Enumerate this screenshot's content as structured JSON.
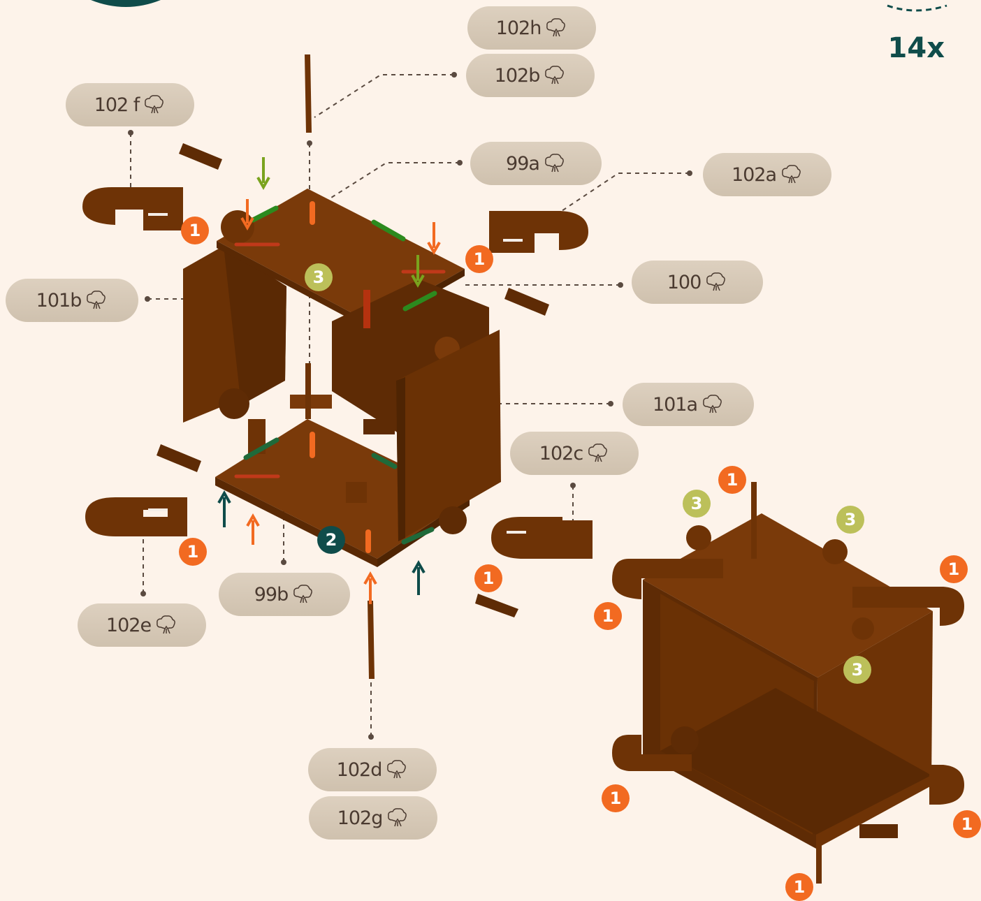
{
  "quantity": "14x",
  "icon": "tree-icon",
  "colors": {
    "background": "#fdf3ea",
    "wood": "#6e3306",
    "label_pill": "#d6c9b7",
    "step1": "#f26a21",
    "step2": "#0f4c4a",
    "step3": "#bcc05a",
    "arrow_green": "#7aa31e"
  },
  "labels": {
    "p102h": "102h",
    "p102b": "102b",
    "p102f": "102 f",
    "p99a": "99a",
    "p102a": "102a",
    "p100": "100",
    "p101b": "101b",
    "p101a": "101a",
    "p102c": "102c",
    "p99b": "99b",
    "p102e": "102e",
    "p102d": "102d",
    "p102g": "102g"
  },
  "steps": {
    "one": "1",
    "two": "2",
    "three": "3"
  }
}
